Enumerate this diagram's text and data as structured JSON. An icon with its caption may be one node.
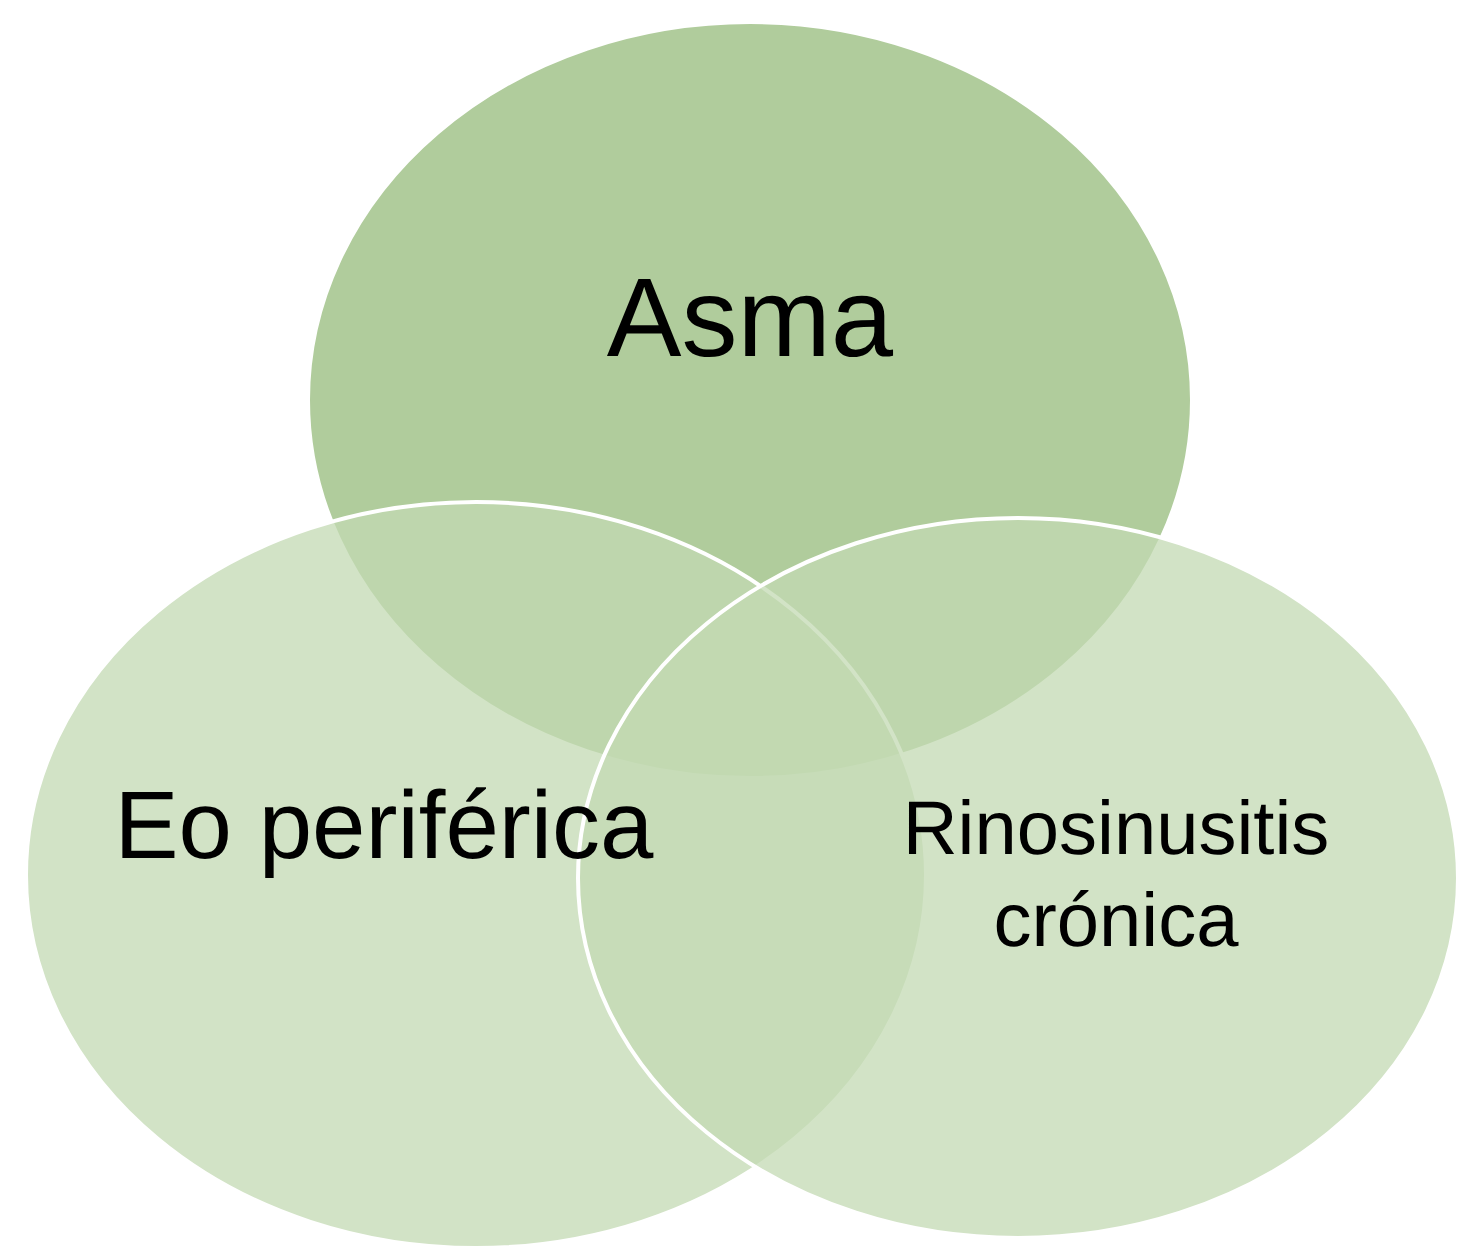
{
  "diagram": {
    "nodes": [
      {
        "text": [
          "Asma"
        ]
      },
      {
        "text": [
          "Eo periférica"
        ]
      },
      {
        "text": [
          "Rinosinusitis crónica"
        ]
      }
    ]
  }
}
